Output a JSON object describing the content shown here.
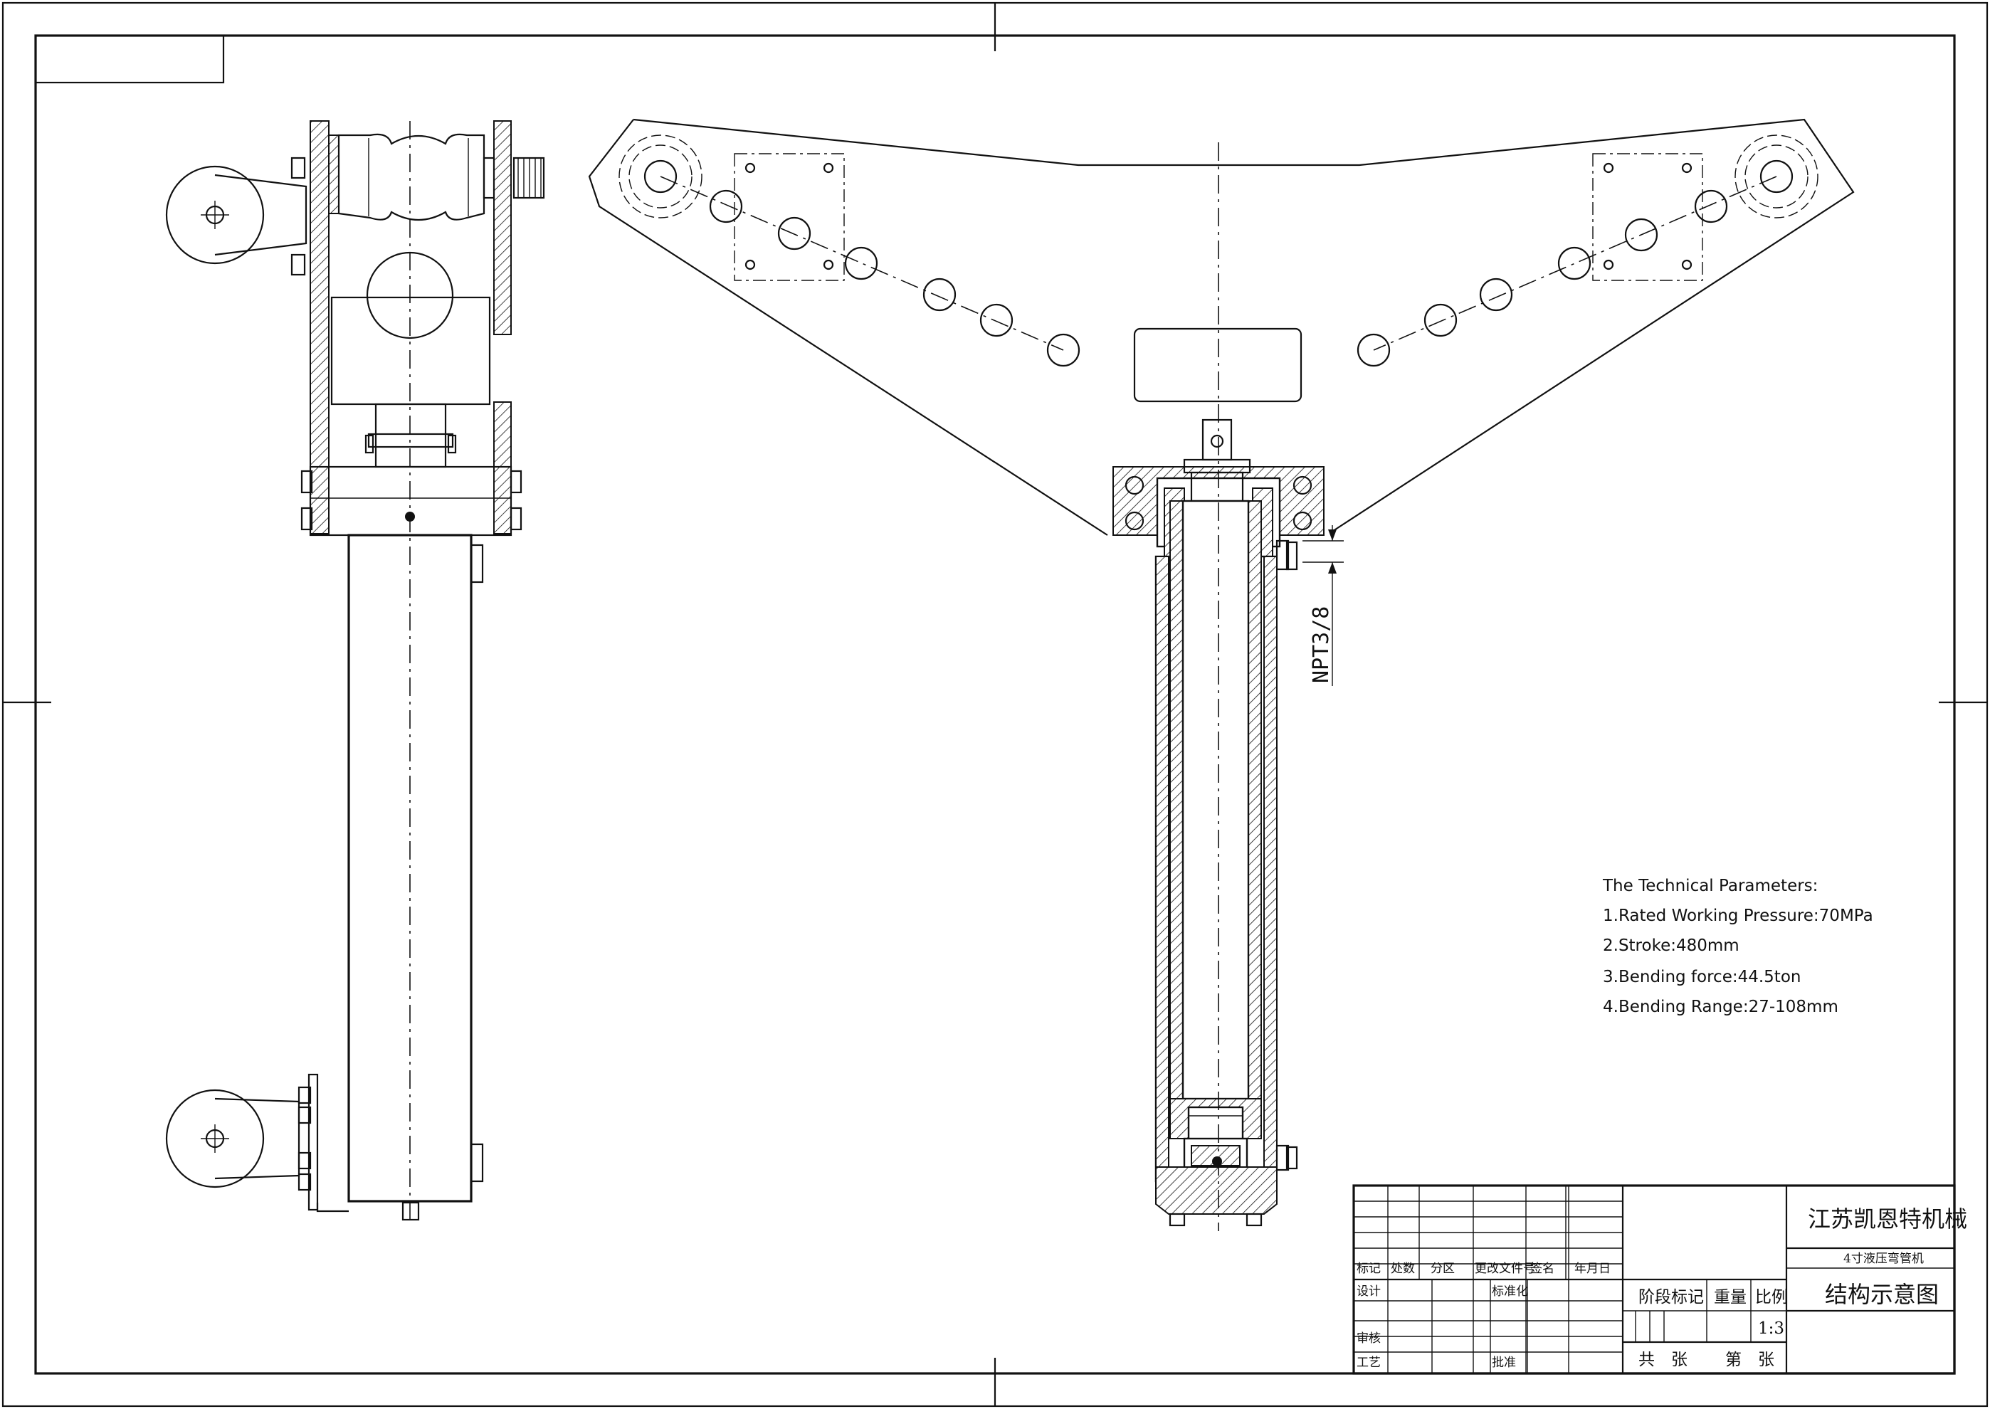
{
  "annotations": {
    "npt_label": "NPT3/8"
  },
  "technical_parameters": {
    "heading": "The Technical Parameters:",
    "items": [
      "1.Rated Working Pressure:70MPa",
      "2.Stroke:480mm",
      "3.Bending force:44.5ton",
      "4.Bending Range:27-108mm"
    ]
  },
  "title_block": {
    "company": "江苏凯恩特机械",
    "product_name": "4寸液压弯管机",
    "drawing_title": "结构示意图",
    "stage_mark": "阶段标记",
    "weight": "重量",
    "scale_label": "比例",
    "scale_value": "1:3",
    "sheets_total": "共",
    "sheets_unit": "张",
    "sheet_no": "第",
    "sheet_unit2": "张",
    "rev_headers": [
      "标记",
      "处数",
      "分区",
      "更改文件号",
      "签名",
      "年月日"
    ],
    "design": "设计",
    "standardize": "标准化",
    "review": "审核",
    "process": "工艺",
    "approve": "批准"
  }
}
